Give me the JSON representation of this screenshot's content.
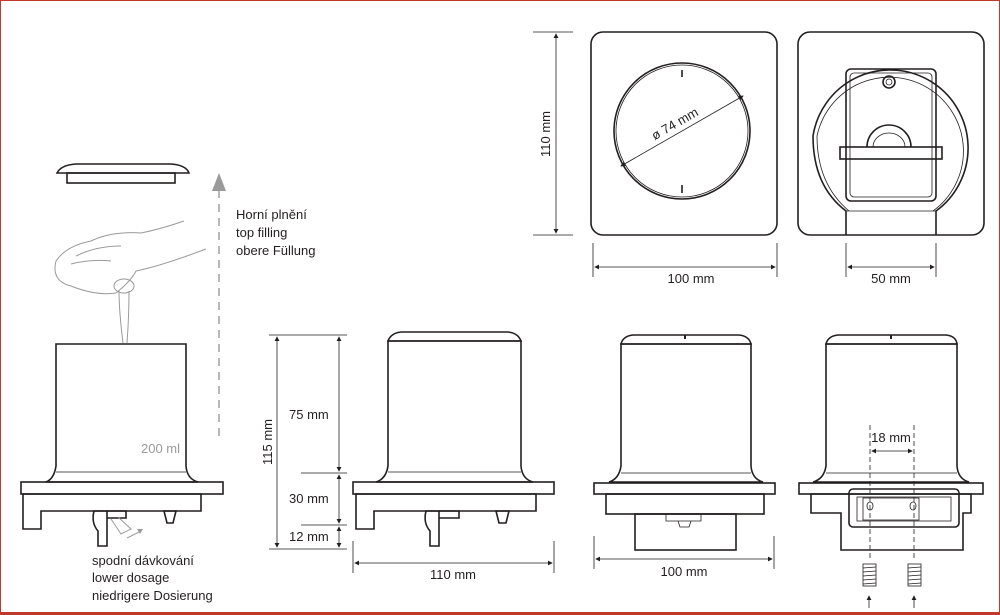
{
  "filling": {
    "cz": "Horní plnění",
    "en": "top filling",
    "de": "obere Füllung"
  },
  "volume": "200 ml",
  "dosage": {
    "cz": "spodní dávkování",
    "en": "lower dosage",
    "de": "niedrigere Dosierung"
  },
  "dims": {
    "total_height": "115 mm",
    "tank_height": "75 mm",
    "base_height": "30 mm",
    "bottom_height": "12 mm",
    "side_depth": "110 mm",
    "front_width": "100 mm",
    "top_depth": "110 mm",
    "top_width": "100 mm",
    "diameter": "ø 74 mm",
    "bracket_width": "50 mm",
    "hole_spacing": "18 mm"
  }
}
